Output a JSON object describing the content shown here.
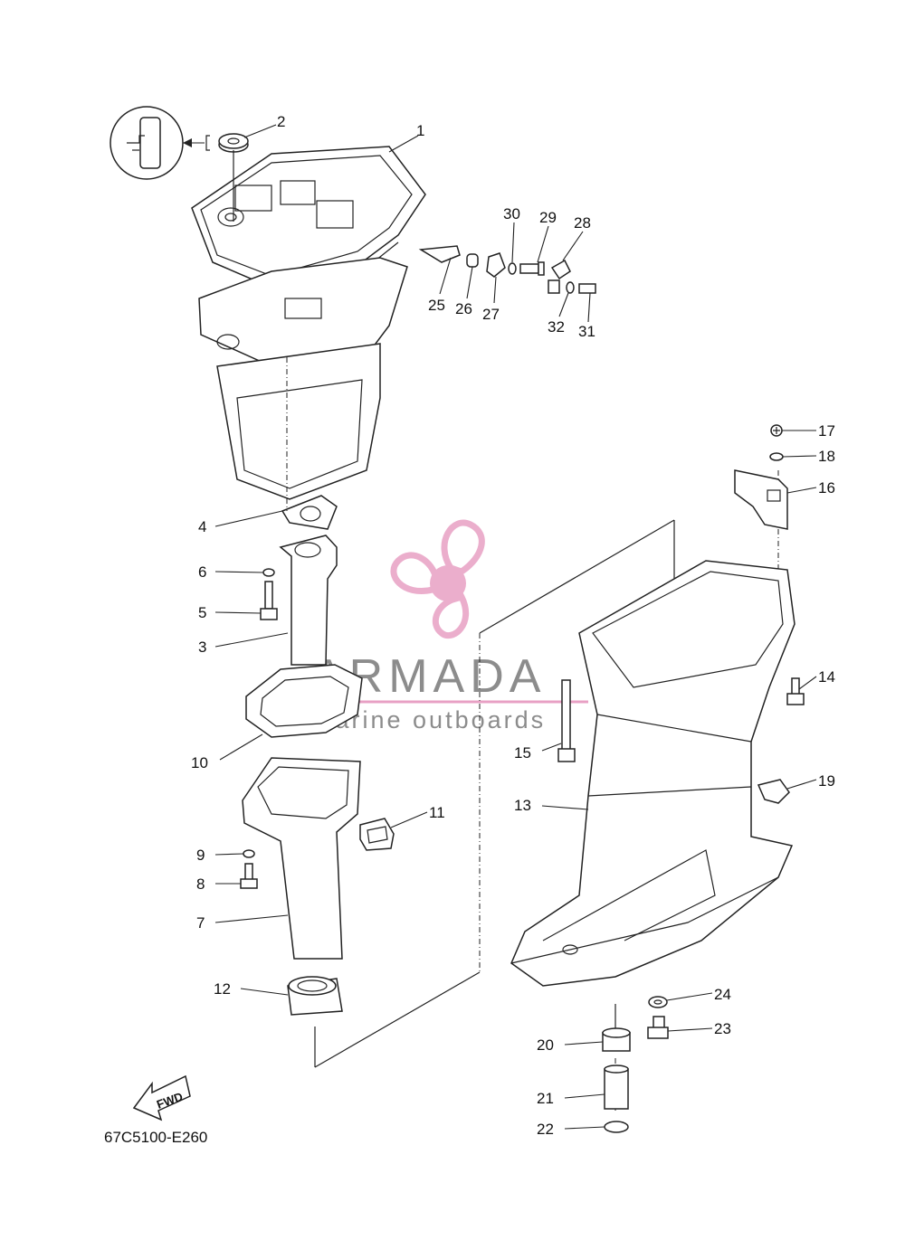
{
  "diagram": {
    "code": "67C5100-E260",
    "fwd_label": "FWD",
    "watermark": {
      "brand": "ARMADA",
      "tagline": "marine outboards",
      "color": "#e8a0c4"
    },
    "callouts": [
      "1",
      "2",
      "3",
      "4",
      "5",
      "6",
      "7",
      "8",
      "9",
      "10",
      "11",
      "12",
      "13",
      "14",
      "15",
      "16",
      "17",
      "18",
      "19",
      "20",
      "21",
      "22",
      "23",
      "24",
      "25",
      "26",
      "27",
      "28",
      "29",
      "30",
      "31",
      "32"
    ]
  }
}
